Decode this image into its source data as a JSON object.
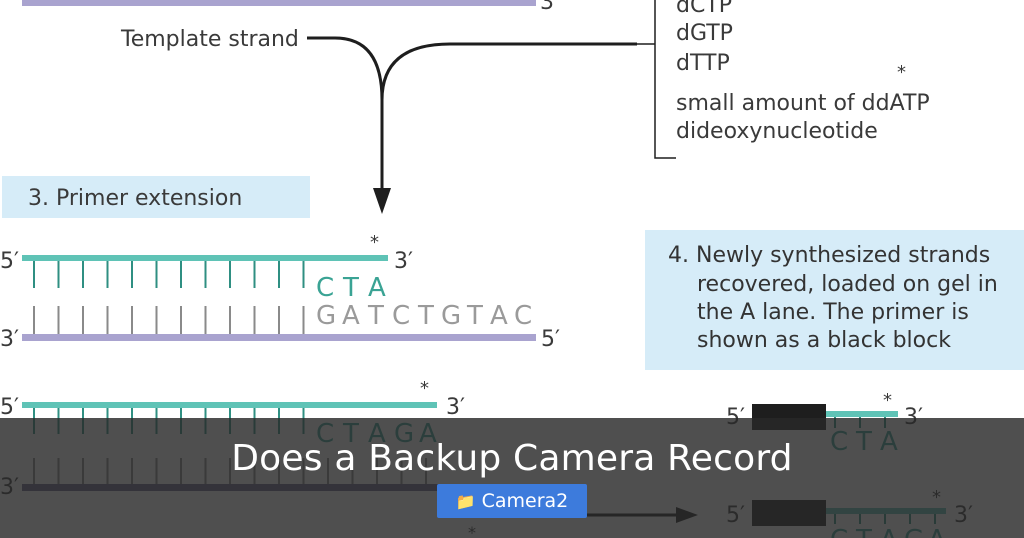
{
  "diagram": {
    "template_strand_label": "Template strand",
    "reagents": [
      "dCTP",
      "dGTP",
      "dTTP",
      "small amount of ddATP",
      "dideoxynucleotide"
    ],
    "reagent_star": "*",
    "step3_label": "3. Primer extension",
    "step4_lines": [
      "4. Newly synthesized strands",
      "recovered, loaded on gel in",
      "the A lane. The primer is",
      "shown as a black block"
    ],
    "five_prime": "5′",
    "three_prime": "3′",
    "star": "*",
    "strand1_new_bases": [
      "C",
      "T",
      "A"
    ],
    "strand1_template_bases": [
      "G",
      "A",
      "T",
      "C",
      "T",
      "G",
      "T",
      "A",
      "C"
    ],
    "strand2_new_bases": [
      "C",
      "T",
      "A",
      "G",
      "A"
    ],
    "frag1_bases": [
      "C",
      "T",
      "A"
    ],
    "frag2_bases": [
      "C",
      "T",
      "A",
      "G",
      "A"
    ]
  },
  "overlay": {
    "title": "Does a Backup Camera Record",
    "category_icon": "folder-icon",
    "category_label": "Camera2"
  },
  "colors": {
    "teal": "#5fc3b6",
    "lavender": "#a9a3cf",
    "box_blue": "#d6ecf8",
    "chip_blue": "#3d7bdc"
  }
}
